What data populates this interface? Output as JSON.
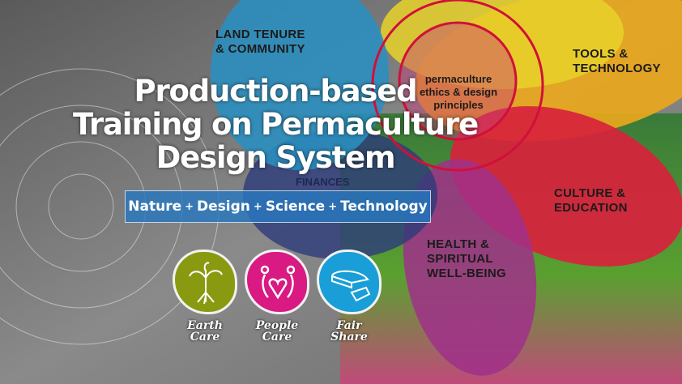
{
  "title_lines": [
    "Production-based",
    "Training on Permaculture",
    "Design System"
  ],
  "tagline": {
    "items": [
      "Nature",
      "Design",
      "Science",
      "Technology"
    ],
    "separator": "+"
  },
  "center": {
    "text": "permaculture ethics & design principles"
  },
  "petals": [
    {
      "label": "LAND TENURE & COMMUNITY",
      "color": "#2a8fc0"
    },
    {
      "label": "TOOLS & TECHNOLOGY",
      "color": "#e8a21a"
    },
    {
      "label": "CULTURE & EDUCATION",
      "color": "#d8223c"
    },
    {
      "label": "HEALTH & SPIRITUAL WELL-BEING",
      "color": "#a0308a"
    },
    {
      "label": "FINANCES",
      "color": "#2d3b7a"
    }
  ],
  "ethics": [
    {
      "label": "Earth Care",
      "icon": "tree-roots-icon",
      "color": "#8a9a10"
    },
    {
      "label": "People Care",
      "icon": "people-heart-icon",
      "color": "#d81a82"
    },
    {
      "label": "Fair Share",
      "icon": "pie-slice-icon",
      "color": "#1a9ed8"
    }
  ],
  "accent_ring_color": "#d0103a"
}
